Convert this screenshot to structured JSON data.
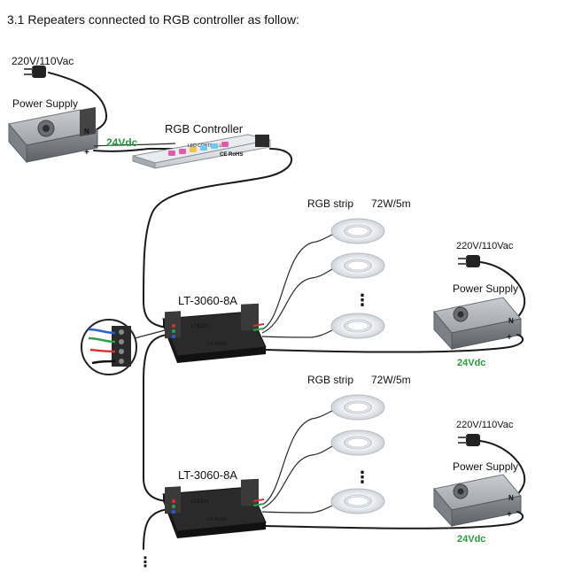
{
  "section_title": "3.1  Repeaters connected to RGB controller as follow:",
  "top": {
    "mains_label": "220V/110Vac",
    "power_supply_label": "Power Supply",
    "dc_label": "24Vdc",
    "controller_label": "RGB Controller",
    "controller_brand": "LED CONTROLLER",
    "controller_marks": "CE RoHS"
  },
  "groups": [
    {
      "repeater_label": "LT-3060-8A",
      "repeater_brand": "LTECH",
      "repeater_marks": "CE RoHS",
      "strip_label": "RGB strip",
      "strip_power": "72W/5m",
      "mains_label": "220V/110Vac",
      "power_supply_label": "Power Supply",
      "dc_label": "24Vdc",
      "ellipsis": "⋮"
    },
    {
      "repeater_label": "LT-3060-8A",
      "repeater_brand": "LTECH",
      "repeater_marks": "CE RoHS",
      "strip_label": "RGB strip",
      "strip_power": "72W/5m",
      "mains_label": "220V/110Vac",
      "power_supply_label": "Power Supply",
      "dc_label": "24Vdc",
      "ellipsis": "⋮"
    }
  ],
  "continuation": "⋮",
  "colors": {
    "dc_label": "#2a9a3c",
    "wire": "#1a1a1a",
    "psu_body": "#9a9ea4",
    "repeater_body": "#262626",
    "strip": "#e6e9ee",
    "red": "#d83030",
    "green": "#2fa044",
    "blue": "#2c5fc9"
  }
}
